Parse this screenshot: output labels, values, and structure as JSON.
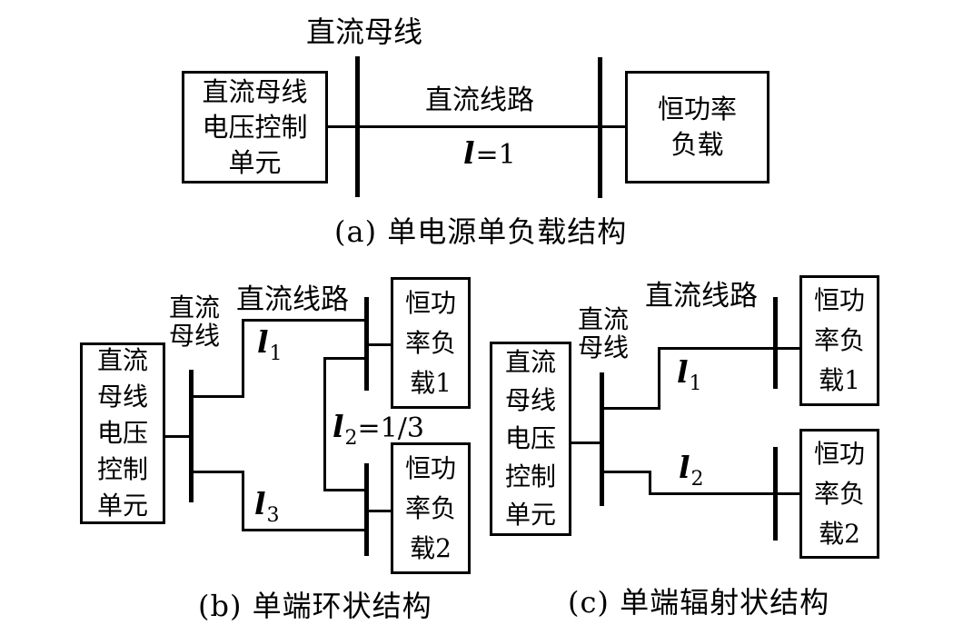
{
  "figure": {
    "a": {
      "caption": "(a) 单电源单负载结构",
      "bus_top_label": "直流母线",
      "line_label": "直流线路",
      "length": {
        "var": "l",
        "sub": "",
        "eq": "=1"
      },
      "source_box": [
        "直流母线",
        "电压控制",
        "单元"
      ],
      "load_box": [
        "恒功率",
        "负载"
      ]
    },
    "b": {
      "caption": "(b) 单端环状结构",
      "bus_label": [
        "直流",
        "母线"
      ],
      "line_label": "直流线路",
      "source_box": [
        "直流",
        "母线",
        "电压",
        "控制",
        "单元"
      ],
      "load1_box": [
        "恒功",
        "率负",
        "载1"
      ],
      "load2_box": [
        "恒功",
        "率负",
        "载2"
      ],
      "l1": {
        "var": "l",
        "sub": "1",
        "eq": ""
      },
      "l2": {
        "var": "l",
        "sub": "2",
        "eq": "=1/3"
      },
      "l3": {
        "var": "l",
        "sub": "3",
        "eq": ""
      }
    },
    "c": {
      "caption": "(c) 单端辐射状结构",
      "bus_label": [
        "直流",
        "母线"
      ],
      "line_label": "直流线路",
      "source_box": [
        "直流",
        "母线",
        "电压",
        "控制",
        "单元"
      ],
      "load1_box": [
        "恒功",
        "率负",
        "载1"
      ],
      "load2_box": [
        "恒功",
        "率负",
        "载2"
      ],
      "l1": {
        "var": "l",
        "sub": "1",
        "eq": ""
      },
      "l2": {
        "var": "l",
        "sub": "2",
        "eq": ""
      }
    }
  },
  "colors": {
    "ink": "#000000",
    "background": "#ffffff"
  }
}
